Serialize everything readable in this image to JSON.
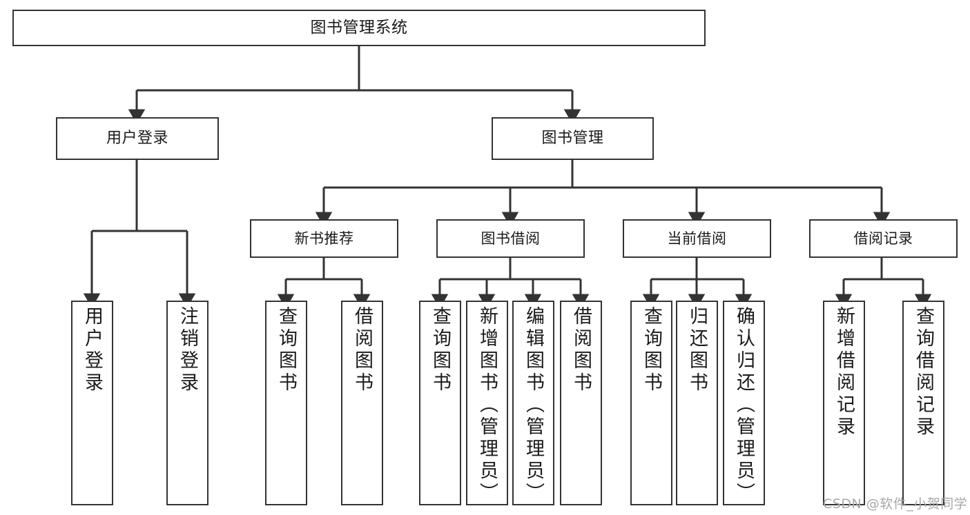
{
  "diagram": {
    "title": "图书管理系统",
    "type": "功能结构图",
    "style": {
      "box_border_color": "#333333",
      "box_fill_color": "#ffffff",
      "connector_color": "#333333",
      "text_color": "#1a1a1a",
      "background": "#ffffff"
    },
    "root": {
      "id": "root",
      "label": "图书管理系统",
      "orientation": "horizontal"
    },
    "level2": [
      {
        "id": "user-login",
        "label": "用户登录",
        "orientation": "horizontal"
      },
      {
        "id": "book-management",
        "label": "图书管理",
        "orientation": "horizontal"
      }
    ],
    "level3": [
      {
        "id": "new-book-recommend",
        "label": "新书推荐",
        "orientation": "horizontal",
        "parent": "book-management"
      },
      {
        "id": "book-borrow",
        "label": "图书借阅",
        "orientation": "horizontal",
        "parent": "book-management"
      },
      {
        "id": "current-borrow",
        "label": "当前借阅",
        "orientation": "horizontal",
        "parent": "book-management"
      },
      {
        "id": "borrow-record",
        "label": "借阅记录",
        "orientation": "horizontal",
        "parent": "book-management"
      }
    ],
    "leaves": [
      {
        "id": "leaf-user-login",
        "label": "用户登录",
        "orientation": "vertical",
        "parent": "user-login"
      },
      {
        "id": "leaf-user-logout",
        "label": "注销登录",
        "orientation": "vertical",
        "parent": "user-login"
      },
      {
        "id": "leaf-query-book-recommend",
        "label": "查询图书",
        "orientation": "vertical",
        "parent": "new-book-recommend"
      },
      {
        "id": "leaf-borrow-book-recommend",
        "label": "借阅图书",
        "orientation": "vertical",
        "parent": "new-book-recommend"
      },
      {
        "id": "leaf-query-book-borrow",
        "label": "查询图书",
        "orientation": "vertical",
        "parent": "book-borrow"
      },
      {
        "id": "leaf-add-book-admin",
        "label": "新增图书（管理员）",
        "orientation": "vertical",
        "parent": "book-borrow"
      },
      {
        "id": "leaf-edit-book-admin",
        "label": "编辑图书（管理员）",
        "orientation": "vertical",
        "parent": "book-borrow"
      },
      {
        "id": "leaf-borrow-book",
        "label": "借阅图书",
        "orientation": "vertical",
        "parent": "book-borrow"
      },
      {
        "id": "leaf-query-book-current",
        "label": "查询图书",
        "orientation": "vertical",
        "parent": "current-borrow"
      },
      {
        "id": "leaf-return-book",
        "label": "归还图书",
        "orientation": "vertical",
        "parent": "current-borrow"
      },
      {
        "id": "leaf-confirm-return-admin",
        "label": "确认归还（管理员）",
        "orientation": "vertical",
        "parent": "current-borrow"
      },
      {
        "id": "leaf-add-borrow-record",
        "label": "新增借阅记录",
        "orientation": "vertical",
        "parent": "borrow-record"
      },
      {
        "id": "leaf-query-borrow-record",
        "label": "查询借阅记录",
        "orientation": "vertical",
        "parent": "borrow-record"
      }
    ]
  },
  "watermark": {
    "text": "CSDN @软件_小贺同学",
    "color": "#a8a8a8"
  }
}
